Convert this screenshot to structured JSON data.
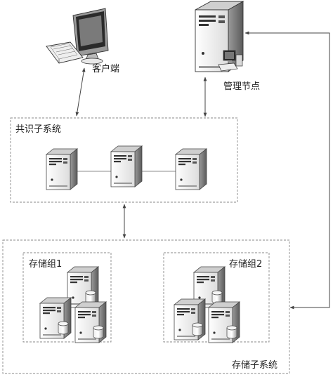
{
  "nodes": {
    "client": "客户端",
    "management": "管理节点"
  },
  "consensus_subsystem": {
    "title": "共识子系统"
  },
  "storage_subsystem": {
    "title": "存储子系统",
    "groups": [
      {
        "title": "存储组1"
      },
      {
        "title": "存储组2"
      }
    ]
  },
  "colors": {
    "line": "#555555",
    "dashed_border": "#888888",
    "server_body": "#f2f2f2",
    "server_side": "#8a8a8a",
    "server_shadow": "#3a3a3a"
  }
}
